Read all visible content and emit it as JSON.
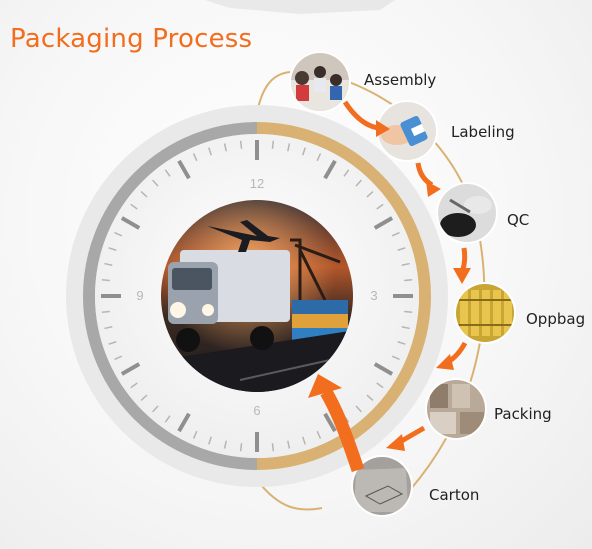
{
  "title": "Packaging Process",
  "colors": {
    "accent": "#f26d1d",
    "gold": "#d9b273",
    "rim_gray": "#a8a8a8",
    "tick_gray": "#8f8f8f"
  },
  "clock": {
    "numbers": {
      "twelve": "12",
      "three": "3",
      "six": "6",
      "nine": "9"
    }
  },
  "steps": [
    {
      "label": "Assembly",
      "icon": "factory-workers-photo"
    },
    {
      "label": "Labeling",
      "icon": "label-hands-photo"
    },
    {
      "label": "QC",
      "icon": "quality-check-gloves-photo"
    },
    {
      "label": "Oppbag",
      "icon": "oppbag-items-photo"
    },
    {
      "label": "Packing",
      "icon": "packing-boxes-photo"
    },
    {
      "label": "Carton",
      "icon": "carton-box-photo"
    }
  ],
  "center_image": "truck-plane-container-photo"
}
